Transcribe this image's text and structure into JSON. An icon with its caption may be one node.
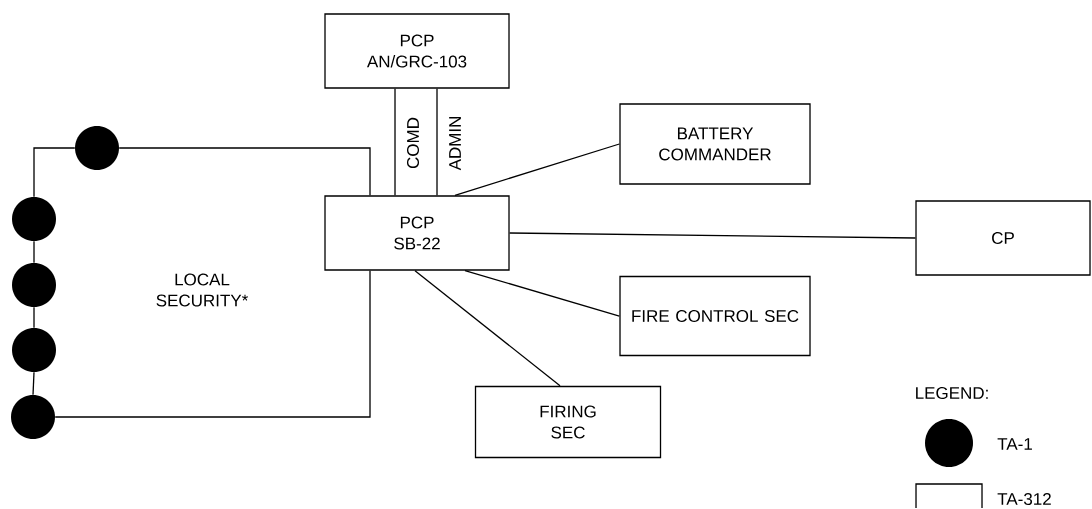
{
  "diagram": {
    "nodes": [
      {
        "text": [
          "PCP",
          "AN/GRC-103"
        ]
      },
      {
        "text": [
          "PCP",
          "SB-22"
        ]
      },
      {
        "text": [
          "BATTERY COMMANDER"
        ]
      },
      {
        "text": [
          "CP"
        ]
      },
      {
        "text": [
          "FIRE CONTROL SEC"
        ]
      },
      {
        "text": [
          "FIRING SEC"
        ]
      },
      {
        "text": [],
        "shape": "circle"
      },
      {
        "text": [],
        "shape": "circle"
      },
      {
        "text": [],
        "shape": "circle"
      },
      {
        "text": [],
        "shape": "circle"
      },
      {
        "text": [],
        "shape": "circle"
      }
    ],
    "edges": [
      {
        "from": 0,
        "to": 1,
        "arrow": "none",
        "label": "COMD"
      },
      {
        "from": 0,
        "to": 1,
        "arrow": "none",
        "label": "ADMIN"
      },
      {
        "from": 1,
        "to": 2,
        "arrow": "none"
      },
      {
        "from": 1,
        "to": 3,
        "arrow": "none"
      },
      {
        "from": 1,
        "to": 4,
        "arrow": "none"
      },
      {
        "from": 1,
        "to": 5,
        "arrow": "none"
      },
      {
        "from": 1,
        "to": 6,
        "arrow": "none"
      },
      {
        "from": 6,
        "to": 7,
        "arrow": "none"
      },
      {
        "from": 7,
        "to": 8,
        "arrow": "none"
      },
      {
        "from": 8,
        "to": 9,
        "arrow": "none"
      },
      {
        "from": 9,
        "to": 10,
        "arrow": "none"
      },
      {
        "from": 10,
        "to": 1,
        "arrow": "none"
      }
    ],
    "labels": [
      "LOCAL SECURITY*",
      "LEGEND:"
    ],
    "legend": [
      {
        "text": "TA-1"
      },
      {
        "text": "TA-312"
      }
    ]
  }
}
